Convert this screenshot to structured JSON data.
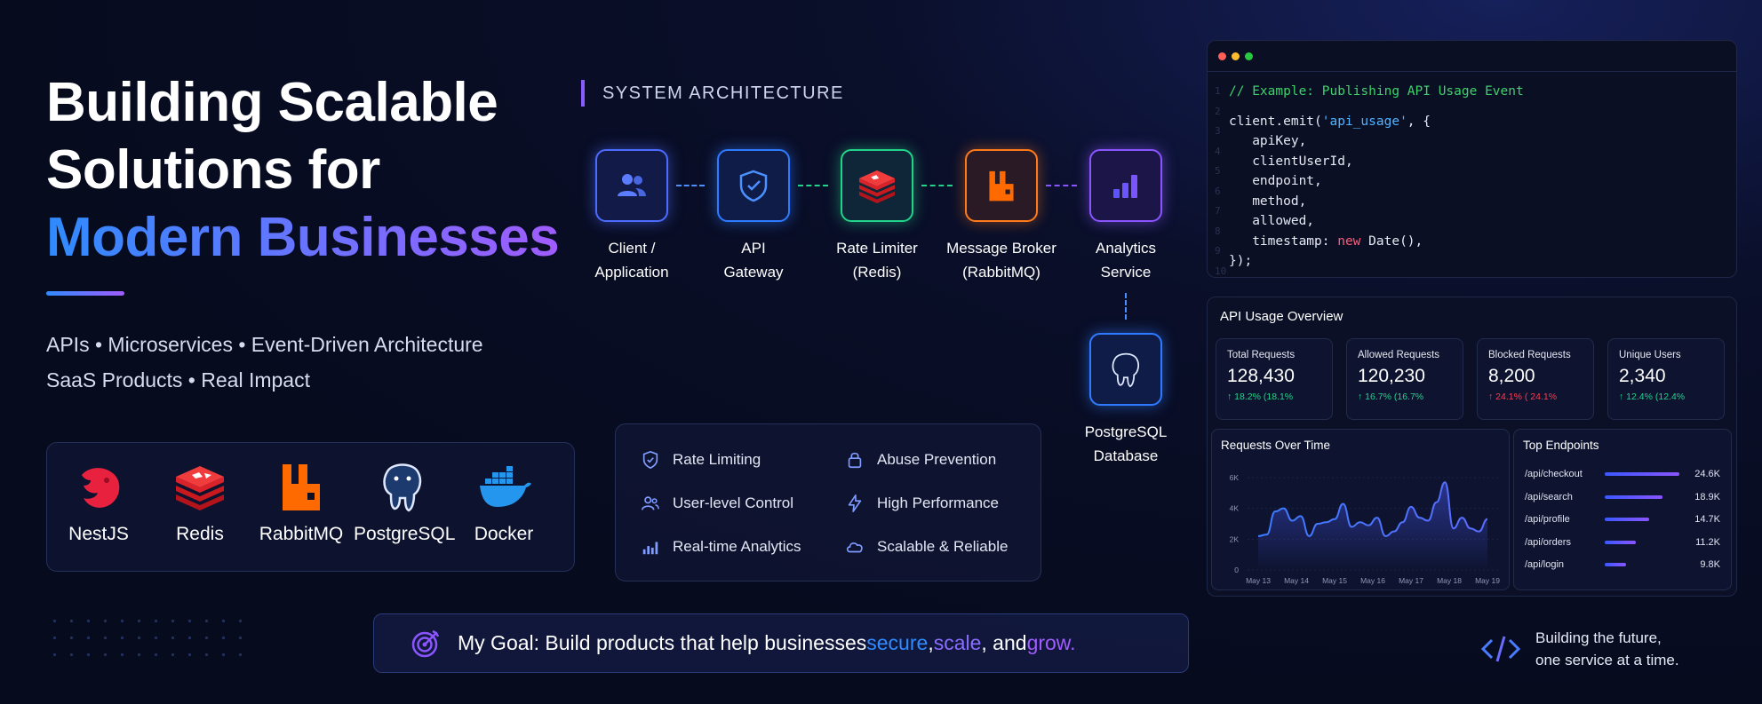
{
  "hero": {
    "line1": "Building Scalable",
    "line2": "Solutions for",
    "line3": "Modern Businesses",
    "tagline1": "APIs • Microservices • Event-Driven Architecture",
    "tagline2": "SaaS Products • Real Impact"
  },
  "tech": [
    {
      "label": "NestJS",
      "icon": "nestjs-icon"
    },
    {
      "label": "Redis",
      "icon": "redis-icon"
    },
    {
      "label": "RabbitMQ",
      "icon": "rabbitmq-icon"
    },
    {
      "label": "PostgreSQL",
      "icon": "postgresql-icon"
    },
    {
      "label": "Docker",
      "icon": "docker-icon"
    }
  ],
  "architecture": {
    "heading": "SYSTEM ARCHITECTURE",
    "nodes": [
      {
        "line1": "Client /",
        "line2": "Application",
        "color": "#4c6bff"
      },
      {
        "line1": "API",
        "line2": "Gateway",
        "color": "#2f7bff"
      },
      {
        "line1": "Rate Limiter",
        "line2": "(Redis)",
        "color": "#22d38a"
      },
      {
        "line1": "Message Broker",
        "line2": "(RabbitMQ)",
        "color": "#ff7a1a"
      },
      {
        "line1": "Analytics",
        "line2": "Service",
        "color": "#8a55ff"
      },
      {
        "line1": "PostgreSQL",
        "line2": "Database",
        "color": "#2f7bff"
      }
    ]
  },
  "features": [
    {
      "label": "Rate Limiting",
      "icon": "shield-icon"
    },
    {
      "label": "Abuse Prevention",
      "icon": "lock-icon"
    },
    {
      "label": "User-level Control",
      "icon": "users-icon"
    },
    {
      "label": "High Performance",
      "icon": "bolt-icon"
    },
    {
      "label": "Real-time Analytics",
      "icon": "bar-chart-icon"
    },
    {
      "label": "Scalable & Reliable",
      "icon": "cloud-icon"
    }
  ],
  "goal": {
    "prefix": "My Goal",
    "text": ": Build products that help businesses ",
    "w1": "secure",
    "sep1": ", ",
    "w2": "scale",
    "sep2": ", and ",
    "w3": "grow."
  },
  "code": {
    "comment": "// Example: Publishing API Usage Event",
    "l1a": "client.emit(",
    "l1s": "'api_usage'",
    "l1b": ", {",
    "l2": "   apiKey,",
    "l3": "   clientUserId,",
    "l4": "   endpoint,",
    "l5": "   method,",
    "l6": "   allowed,",
    "l7a": "   timestamp: ",
    "l7k": "new",
    "l7b": " Date(),",
    "l8": "});"
  },
  "overview": {
    "title": "API Usage Overview",
    "stats": [
      {
        "title": "Total Requests",
        "value": "128,430",
        "delta": "↑ 18.2% (18.1%",
        "color": "#22d38a"
      },
      {
        "title": "Allowed Requests",
        "value": "120,230",
        "delta": "↑ 16.7% (16.7%",
        "color": "#22d38a"
      },
      {
        "title": "Blocked Requests",
        "value": "8,200",
        "delta": "↑ 24.1% ( 24.1%",
        "color": "#ff3b4f"
      },
      {
        "title": "Unique Users",
        "value": "2,340",
        "delta": "↑ 12.4% (12.4%",
        "color": "#22d38a"
      }
    ],
    "requests_title": "Requests Over Time",
    "endpoints_title": "Top Endpoints",
    "endpoints": [
      {
        "path": "/api/checkout",
        "value": "24.6K",
        "frac": 1.0
      },
      {
        "path": "/api/search",
        "value": "18.9K",
        "frac": 0.77
      },
      {
        "path": "/api/profile",
        "value": "14.7K",
        "frac": 0.6
      },
      {
        "path": "/api/orders",
        "value": "11.2K",
        "frac": 0.42
      },
      {
        "path": "/api/login",
        "value": "9.8K",
        "frac": 0.28
      }
    ]
  },
  "chart_data": {
    "type": "line",
    "title": "Requests Over Time",
    "x": [
      "May 13",
      "May 14",
      "May 15",
      "May 16",
      "May 17",
      "May 18",
      "May 19"
    ],
    "yticks": [
      "0",
      "2K",
      "4K",
      "6K"
    ],
    "ylim": [
      0,
      6000
    ],
    "series": [
      {
        "values": [
          2200,
          2300,
          3800,
          4000,
          3200,
          3500,
          2200,
          3000,
          3100,
          3300,
          4300,
          2800,
          3100,
          2900,
          3400,
          2200,
          2500,
          3100,
          4100,
          3400,
          3200,
          4400,
          5700,
          2700,
          3400,
          2700,
          2500,
          3300
        ]
      }
    ]
  },
  "footer": {
    "line1": "Building the future,",
    "line2": "one service at a time."
  }
}
